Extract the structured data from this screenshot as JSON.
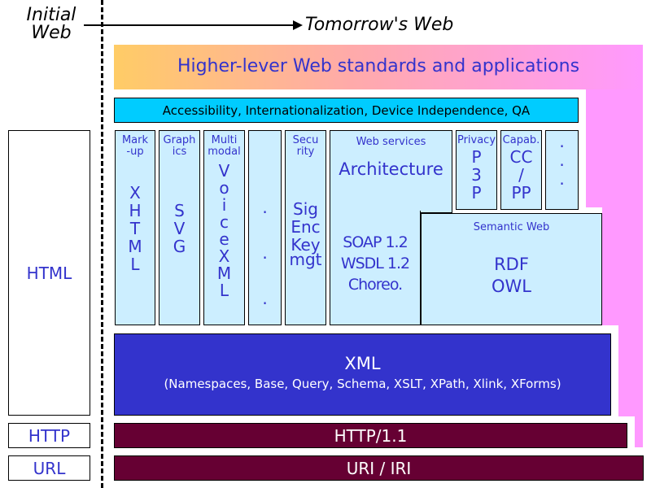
{
  "timeline": {
    "initial_web": "Initial Web",
    "initial_line1": "Initial",
    "initial_line2": "Web",
    "tomorrow": "Tomorrow's Web"
  },
  "colors": {
    "layer_text": "#3333cc",
    "column_fill": "#cceeff",
    "accessibility_fill": "#00ccff",
    "xml_fill": "#3333cc",
    "transport_fill": "#660033",
    "background_pink": "#ff99ff",
    "gradient_start": "#ffcc66"
  },
  "higher_layer": "Higher-lever Web standards and applications",
  "accessibility": "Accessibility, Internationalization, Device Independence, QA",
  "columns": [
    {
      "category": "Mark -up",
      "cat1": "Mark",
      "cat2": "-up",
      "content": "XHTML",
      "letters": [
        "X",
        "H",
        "T",
        "M",
        "L"
      ]
    },
    {
      "category": "Graph ics",
      "cat1": "Graph",
      "cat2": "ics",
      "content": "SVG",
      "letters": [
        "S",
        "V",
        "G"
      ]
    },
    {
      "category": "Multi modal",
      "cat1": "Multi",
      "cat2": "modal",
      "content": "VoiceXML",
      "letters": [
        "V",
        "o",
        "i",
        "c",
        "e",
        "X",
        "M",
        "L"
      ]
    },
    {
      "category": "",
      "content": "...",
      "letters": [
        ".",
        ".",
        "."
      ]
    },
    {
      "category": "Secu rity",
      "cat1": "Secu",
      "cat2": "rity",
      "content": "Sig Enc Key mgt",
      "lines": [
        "Sig",
        "Enc",
        "Key",
        "mgt"
      ]
    },
    {
      "category": "Web services",
      "top": "Architecture",
      "lines": [
        "SOAP 1.2",
        "WSDL 1.2",
        "Choreo."
      ]
    },
    {
      "category": "Privacy",
      "content": "P3P",
      "letters": [
        "P",
        "3",
        "P"
      ]
    },
    {
      "category": "Capab.",
      "content": "CC/PP",
      "lines": [
        "CC",
        "/",
        "PP"
      ]
    },
    {
      "category": "",
      "content": "...",
      "letters": [
        ".",
        ".",
        "."
      ]
    }
  ],
  "semantic_web": {
    "title": "Semantic Web",
    "lines": [
      "RDF",
      "OWL"
    ]
  },
  "xml": {
    "title": "XML",
    "subtitle": "(Namespaces, Base, Query, Schema, XSLT, XPath, Xlink, XForms)"
  },
  "http": "HTTP/1.1",
  "uri": "URI / IRI",
  "initial": {
    "html": "HTML",
    "http": "HTTP",
    "url": "URL"
  }
}
